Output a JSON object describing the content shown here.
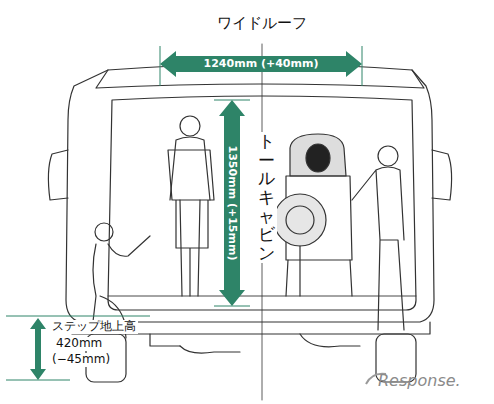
{
  "diagram": {
    "labels": [
      "ワイドルーフ",
      "1240mm (+40mm)",
      "トールキャビン",
      "1350mm (+15mm)",
      "ステップ地上高",
      "420mm",
      "(−45mm)",
      "Response."
    ]
  }
}
